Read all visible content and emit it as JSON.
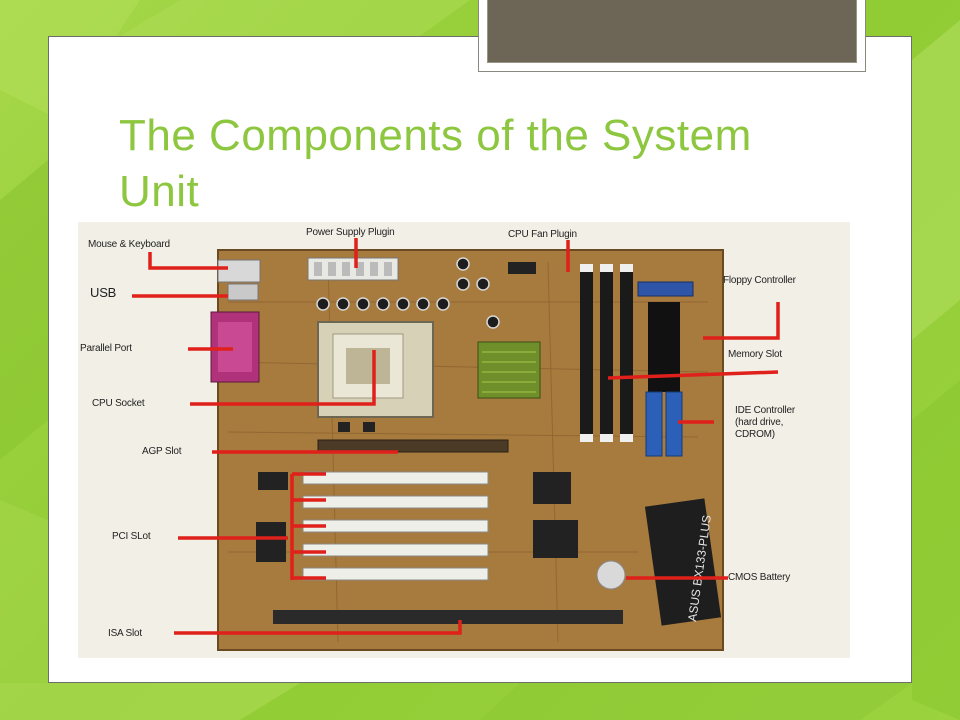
{
  "slide": {
    "title": "The Components of the System Unit"
  },
  "figure": {
    "icon": "motherboard-photo",
    "labels": {
      "mouse_keyboard": "Mouse & Keyboard",
      "power_supply": "Power Supply Plugin",
      "cpu_fan": "CPU Fan Plugin",
      "usb": "USB",
      "floppy": "Floppy Controller",
      "parallel_port": "Parallel Port",
      "memory_slot": "Memory Slot",
      "cpu_socket": "CPU Socket",
      "ide_line1": "IDE Controller",
      "ide_line2": "(hard drive,",
      "ide_line3": "CDROM)",
      "agp_slot": "AGP Slot",
      "pci_slot": "PCI SLot",
      "cmos_battery": "CMOS Battery",
      "isa_slot": "ISA Slot",
      "board_model": "ASUS BX133-PLUS"
    }
  },
  "colors": {
    "background": "#9bd23e",
    "title": "#8dc63f",
    "callout_line": "#e0201a",
    "board": "#a77a3e"
  }
}
